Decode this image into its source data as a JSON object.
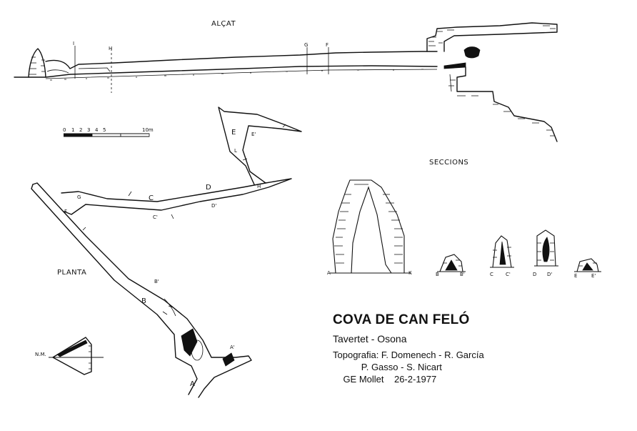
{
  "labels": {
    "alcat": "ALÇAT",
    "seccions": "SECCIONS",
    "planta": "PLANTA",
    "north": "N.M."
  },
  "scale_bar": {
    "ticks": [
      "0",
      "1",
      "2",
      "3",
      "4",
      "5"
    ],
    "end": "10m"
  },
  "elevation_markers": [
    "I",
    "H",
    "G",
    "F"
  ],
  "plan_markers": [
    "E",
    "E'",
    "L",
    "D",
    "D'",
    "C",
    "C'",
    "G",
    "F",
    "B",
    "B'",
    "A",
    "A'",
    "H"
  ],
  "section_labels": [
    {
      "left": "A",
      "right": "K"
    },
    {
      "left": "B",
      "right": "B'"
    },
    {
      "left": "C",
      "right": "C'"
    },
    {
      "left": "D",
      "right": "D'"
    },
    {
      "left": "E",
      "right": "E'"
    }
  ],
  "title": "COVA DE CAN FELÓ",
  "location": "Tavertet - Osona",
  "credits": [
    "Topografia: F. Domenech - R. García",
    "           P. Gasso - S. Nicart",
    "    GE Mollet    26-2-1977"
  ]
}
